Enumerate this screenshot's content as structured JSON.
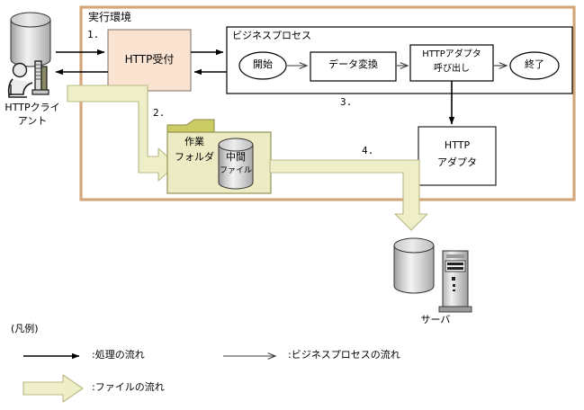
{
  "diagram": {
    "container": {
      "title": "実行環境",
      "border_color": "#d2a679"
    },
    "client": {
      "label_line1": "HTTPクライ",
      "label_line2": "アント",
      "db_icon": "database-cylinder-icon",
      "user_icon": "user-at-terminal-icon"
    },
    "http_receiver": {
      "label": "HTTP受付",
      "fill": "#fbe3d2"
    },
    "business_process": {
      "title": "ビジネスプロセス",
      "nodes": [
        {
          "label": "開始",
          "shape": "ellipse"
        },
        {
          "label": "データ変換",
          "shape": "rect"
        },
        {
          "label_line1": "HTTPアダプタ",
          "label_line2": "呼び出し",
          "shape": "rect"
        },
        {
          "label": "終了",
          "shape": "ellipse"
        }
      ]
    },
    "work_folder": {
      "label_line1": "作業",
      "label_line2": "フォルダ",
      "fill": "#ecebc4",
      "tab_fill": "#cccc66",
      "file": {
        "label_line1": "中間",
        "label_line2": "ファイル"
      }
    },
    "http_adapter": {
      "label_line1": "HTTP",
      "label_line2": "アダプタ"
    },
    "server": {
      "label": "サーバ",
      "db_icon": "database-cylinder-icon",
      "tower_icon": "server-tower-icon"
    },
    "step_numbers": {
      "s1": "1.",
      "s2": "2.",
      "s3": "3.",
      "s4": "4."
    }
  },
  "legend": {
    "title": "(凡例)",
    "entries": [
      {
        "key": "process-flow",
        "text": ":処理の流れ",
        "arrow": "solid-filled-arrow"
      },
      {
        "key": "business-process-flow",
        "text": ":ビジネスプロセスの流れ",
        "arrow": "thin-open-arrow"
      },
      {
        "key": "file-flow",
        "text": ":ファイルの流れ",
        "arrow": "block-arrow"
      }
    ]
  },
  "colors": {
    "file_arrow_fill": "#eeeec8",
    "file_arrow_stroke": "#b9b985",
    "container_border": "#d2a679",
    "receiver_fill": "#fbe3d2",
    "folder_fill": "#ecebc4",
    "folder_tab": "#cccc66"
  }
}
